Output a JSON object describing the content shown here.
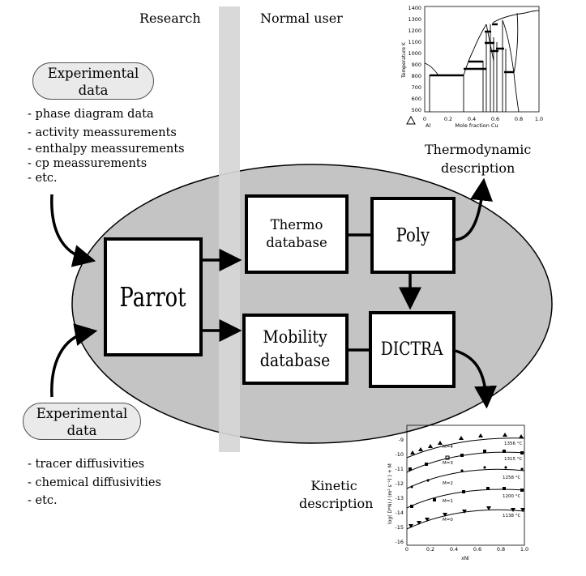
{
  "header": {
    "research": "Research",
    "normal_user": "Normal user"
  },
  "experimental_top": {
    "title_line1": "Experimental",
    "title_line2": "data",
    "items": [
      "- phase diagram data",
      "- activity meassurements",
      "- enthalpy meassurements",
      "- cp meassurements",
      "- etc."
    ]
  },
  "experimental_bottom": {
    "title_line1": "Experimental",
    "title_line2": "data",
    "items": [
      "- tracer diffusivities",
      "- chemical diffusivities",
      "- etc."
    ]
  },
  "boxes": {
    "parrot": "Parrot",
    "thermo_line1": "Thermo",
    "thermo_line2": "database",
    "poly": "Poly",
    "mobility_line1": "Mobility",
    "mobility_line2": "database",
    "dictra": "DICTRA"
  },
  "outputs": {
    "thermo_line1": "Thermodynamic",
    "thermo_line2": "description",
    "kinetic_line1": "Kinetic",
    "kinetic_line2": "description"
  },
  "phase_plot": {
    "ylabel": "Temperature K",
    "xlabel": "Mole fraction Cu",
    "x_left": "Al",
    "y_ticks": [
      "1400",
      "1300",
      "1200",
      "1100",
      "1000",
      "900",
      "800",
      "700",
      "600",
      "500"
    ],
    "x_ticks": [
      "0",
      "0.2",
      "0.4",
      "0.6",
      "0.8",
      "1.0"
    ]
  },
  "kinetic_plot": {
    "ylabel": "log( D*Ni / (m² s⁻¹) ) + M",
    "xlabel": "xNi",
    "y_ticks": [
      "-9",
      "-10",
      "-11",
      "-12",
      "-13",
      "-14",
      "-15",
      "-16"
    ],
    "x_ticks": [
      "0",
      "0.2",
      "0.4",
      "0.6",
      "0.8",
      "1.0"
    ],
    "series": [
      {
        "name": "M=4",
        "temp": "1356 °C"
      },
      {
        "name": "M=3",
        "temp": "1315 °C"
      },
      {
        "name": "M=2",
        "temp": "1258 °C"
      },
      {
        "name": "M=1",
        "temp": "1200 °C"
      },
      {
        "name": "M=0",
        "temp": "1138 °C"
      }
    ]
  }
}
